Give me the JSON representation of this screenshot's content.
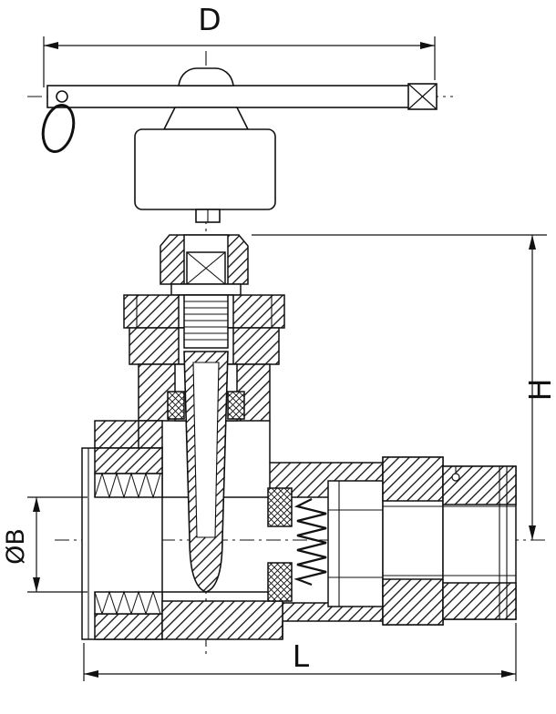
{
  "page": {
    "background": "#ffffff",
    "line_color": "#111111"
  },
  "dimensions": {
    "top": "D",
    "right": "H",
    "left": "ØB",
    "bottom": "L"
  }
}
